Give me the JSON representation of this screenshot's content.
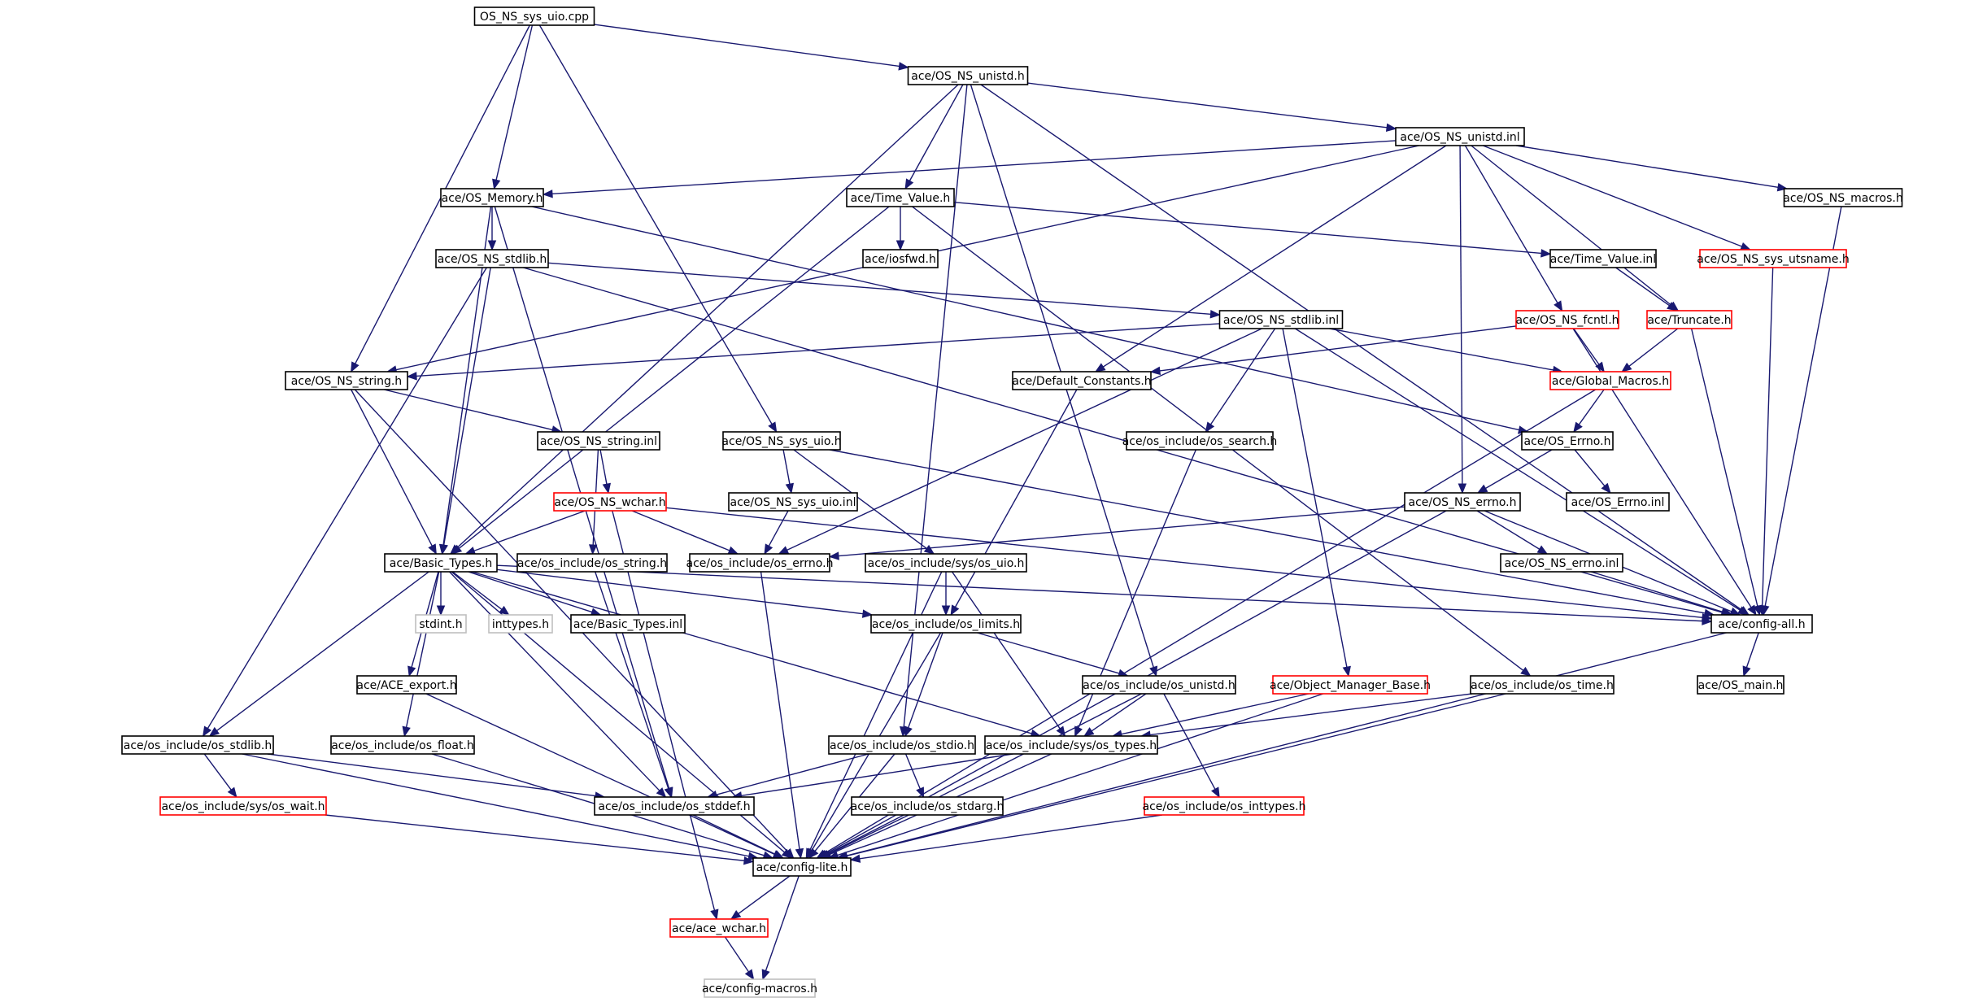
{
  "colors": {
    "edge": "#191970",
    "border_normal": "#000000",
    "border_truncated": "#ff0000",
    "border_missing": "#bfbfbf",
    "root_fill": "#bfbfbf",
    "node_fill": "#ffffff"
  },
  "nodes": [
    {
      "id": "root",
      "label": "OS_NS_sys_uio.cpp",
      "style": "root"
    },
    {
      "id": "unistd_h",
      "label": "ace/OS_NS_unistd.h",
      "style": "normal"
    },
    {
      "id": "unistd_inl",
      "label": "ace/OS_NS_unistd.inl",
      "style": "normal"
    },
    {
      "id": "memory_h",
      "label": "ace/OS_Memory.h",
      "style": "normal"
    },
    {
      "id": "timevalue_h",
      "label": "ace/Time_Value.h",
      "style": "normal"
    },
    {
      "id": "macros_h",
      "label": "ace/OS_NS_macros.h",
      "style": "normal"
    },
    {
      "id": "iosfwd_h",
      "label": "ace/iosfwd.h",
      "style": "normal"
    },
    {
      "id": "stdlib_h",
      "label": "ace/OS_NS_stdlib.h",
      "style": "normal"
    },
    {
      "id": "timevalue_inl",
      "label": "ace/Time_Value.inl",
      "style": "normal"
    },
    {
      "id": "utsname_h",
      "label": "ace/OS_NS_sys_utsname.h",
      "style": "truncated"
    },
    {
      "id": "stdlib_inl",
      "label": "ace/OS_NS_stdlib.inl",
      "style": "normal"
    },
    {
      "id": "fcntl_h",
      "label": "ace/OS_NS_fcntl.h",
      "style": "truncated"
    },
    {
      "id": "truncate_h",
      "label": "ace/Truncate.h",
      "style": "truncated"
    },
    {
      "id": "string_h",
      "label": "ace/OS_NS_string.h",
      "style": "normal"
    },
    {
      "id": "defconst_h",
      "label": "ace/Default_Constants.h",
      "style": "normal"
    },
    {
      "id": "globalmacros_h",
      "label": "ace/Global_Macros.h",
      "style": "truncated"
    },
    {
      "id": "string_inl",
      "label": "ace/OS_NS_string.inl",
      "style": "normal"
    },
    {
      "id": "sysuio_h",
      "label": "ace/OS_NS_sys_uio.h",
      "style": "normal"
    },
    {
      "id": "ossearch_h",
      "label": "ace/os_include/os_search.h",
      "style": "normal"
    },
    {
      "id": "oserrno_h",
      "label": "ace/OS_Errno.h",
      "style": "normal"
    },
    {
      "id": "wchar_h",
      "label": "ace/OS_NS_wchar.h",
      "style": "truncated"
    },
    {
      "id": "sysuio_inl",
      "label": "ace/OS_NS_sys_uio.inl",
      "style": "normal"
    },
    {
      "id": "nserrno_h",
      "label": "ace/OS_NS_errno.h",
      "style": "normal"
    },
    {
      "id": "oserrno_inl",
      "label": "ace/OS_Errno.inl",
      "style": "normal"
    },
    {
      "id": "basictypes_h",
      "label": "ace/Basic_Types.h",
      "style": "normal"
    },
    {
      "id": "osstring_h",
      "label": "ace/os_include/os_string.h",
      "style": "normal"
    },
    {
      "id": "oserrnoinc_h",
      "label": "ace/os_include/os_errno.h",
      "style": "normal"
    },
    {
      "id": "sysosuio_h",
      "label": "ace/os_include/sys/os_uio.h",
      "style": "normal"
    },
    {
      "id": "nserrno_inl",
      "label": "ace/OS_NS_errno.inl",
      "style": "normal"
    },
    {
      "id": "stdint_h",
      "label": "stdint.h",
      "style": "missing"
    },
    {
      "id": "inttypes_h",
      "label": "inttypes.h",
      "style": "missing"
    },
    {
      "id": "basictypes_inl",
      "label": "ace/Basic_Types.inl",
      "style": "normal"
    },
    {
      "id": "oslimits_h",
      "label": "ace/os_include/os_limits.h",
      "style": "normal"
    },
    {
      "id": "configall_h",
      "label": "ace/config-all.h",
      "style": "normal"
    },
    {
      "id": "aceexport_h",
      "label": "ace/ACE_export.h",
      "style": "normal"
    },
    {
      "id": "osunistd_h",
      "label": "ace/os_include/os_unistd.h",
      "style": "normal"
    },
    {
      "id": "objmgrbase_h",
      "label": "ace/Object_Manager_Base.h",
      "style": "truncated"
    },
    {
      "id": "ostime_h",
      "label": "ace/os_include/os_time.h",
      "style": "normal"
    },
    {
      "id": "osmain_h",
      "label": "ace/OS_main.h",
      "style": "normal"
    },
    {
      "id": "osstdlib_h",
      "label": "ace/os_include/os_stdlib.h",
      "style": "normal"
    },
    {
      "id": "osfloat_h",
      "label": "ace/os_include/os_float.h",
      "style": "normal"
    },
    {
      "id": "osstdio_h",
      "label": "ace/os_include/os_stdio.h",
      "style": "normal"
    },
    {
      "id": "systypes_h",
      "label": "ace/os_include/sys/os_types.h",
      "style": "normal"
    },
    {
      "id": "syswait_h",
      "label": "ace/os_include/sys/os_wait.h",
      "style": "truncated"
    },
    {
      "id": "osstddef_h",
      "label": "ace/os_include/os_stddef.h",
      "style": "normal"
    },
    {
      "id": "osstdarg_h",
      "label": "ace/os_include/os_stdarg.h",
      "style": "normal"
    },
    {
      "id": "osinttypes_h",
      "label": "ace/os_include/os_inttypes.h",
      "style": "truncated"
    },
    {
      "id": "configlite_h",
      "label": "ace/config-lite.h",
      "style": "normal"
    },
    {
      "id": "acewchar_h",
      "label": "ace/ace_wchar.h",
      "style": "truncated"
    },
    {
      "id": "configmacros_h",
      "label": "ace/config-macros.h",
      "style": "missing"
    }
  ],
  "edges": [
    [
      "root",
      "unistd_h"
    ],
    [
      "root",
      "memory_h"
    ],
    [
      "root",
      "string_h"
    ],
    [
      "root",
      "sysuio_h"
    ],
    [
      "unistd_h",
      "unistd_inl"
    ],
    [
      "unistd_h",
      "timevalue_h"
    ],
    [
      "unistd_h",
      "basictypes_h"
    ],
    [
      "unistd_h",
      "configall_h"
    ],
    [
      "unistd_h",
      "osstdio_h"
    ],
    [
      "unistd_h",
      "osunistd_h"
    ],
    [
      "unistd_inl",
      "memory_h"
    ],
    [
      "unistd_inl",
      "string_h"
    ],
    [
      "unistd_inl",
      "macros_h"
    ],
    [
      "unistd_inl",
      "utsname_h"
    ],
    [
      "unistd_inl",
      "fcntl_h"
    ],
    [
      "unistd_inl",
      "truncate_h"
    ],
    [
      "unistd_inl",
      "defconst_h"
    ],
    [
      "unistd_inl",
      "nserrno_h"
    ],
    [
      "memory_h",
      "stdlib_h"
    ],
    [
      "memory_h",
      "basictypes_h"
    ],
    [
      "memory_h",
      "oserrno_h"
    ],
    [
      "memory_h",
      "osstddef_h"
    ],
    [
      "timevalue_h",
      "iosfwd_h"
    ],
    [
      "timevalue_h",
      "timevalue_inl"
    ],
    [
      "timevalue_h",
      "basictypes_h"
    ],
    [
      "timevalue_h",
      "ostime_h"
    ],
    [
      "macros_h",
      "configall_h"
    ],
    [
      "stdlib_h",
      "stdlib_inl"
    ],
    [
      "stdlib_h",
      "basictypes_h"
    ],
    [
      "stdlib_h",
      "osstdlib_h"
    ],
    [
      "stdlib_h",
      "configall_h"
    ],
    [
      "timevalue_inl",
      "truncate_h"
    ],
    [
      "utsname_h",
      "configall_h"
    ],
    [
      "stdlib_inl",
      "string_h"
    ],
    [
      "stdlib_inl",
      "globalmacros_h"
    ],
    [
      "stdlib_inl",
      "oserrnoinc_h"
    ],
    [
      "stdlib_inl",
      "ossearch_h"
    ],
    [
      "stdlib_inl",
      "objmgrbase_h"
    ],
    [
      "stdlib_inl",
      "configall_h"
    ],
    [
      "fcntl_h",
      "globalmacros_h"
    ],
    [
      "fcntl_h",
      "defconst_h"
    ],
    [
      "fcntl_h",
      "configall_h"
    ],
    [
      "truncate_h",
      "globalmacros_h"
    ],
    [
      "truncate_h",
      "configall_h"
    ],
    [
      "string_h",
      "string_inl"
    ],
    [
      "string_h",
      "basictypes_h"
    ],
    [
      "string_h",
      "configlite_h"
    ],
    [
      "defconst_h",
      "oslimits_h"
    ],
    [
      "globalmacros_h",
      "oserrno_h"
    ],
    [
      "globalmacros_h",
      "configlite_h"
    ],
    [
      "string_inl",
      "wchar_h"
    ],
    [
      "string_inl",
      "osstring_h"
    ],
    [
      "sysuio_h",
      "sysuio_inl"
    ],
    [
      "sysuio_h",
      "sysosuio_h"
    ],
    [
      "sysuio_h",
      "configall_h"
    ],
    [
      "ossearch_h",
      "systypes_h"
    ],
    [
      "oserrno_h",
      "oserrno_inl"
    ],
    [
      "oserrno_h",
      "nserrno_h"
    ],
    [
      "wchar_h",
      "basictypes_h"
    ],
    [
      "wchar_h",
      "oserrnoinc_h"
    ],
    [
      "wchar_h",
      "configall_h"
    ],
    [
      "wchar_h",
      "acewchar_h"
    ],
    [
      "sysuio_inl",
      "oserrnoinc_h"
    ],
    [
      "nserrno_h",
      "nserrno_inl"
    ],
    [
      "nserrno_h",
      "oserrnoinc_h"
    ],
    [
      "nserrno_h",
      "configall_h"
    ],
    [
      "nserrno_h",
      "configlite_h"
    ],
    [
      "basictypes_h",
      "stdint_h"
    ],
    [
      "basictypes_h",
      "inttypes_h"
    ],
    [
      "basictypes_h",
      "basictypes_inl"
    ],
    [
      "basictypes_h",
      "oslimits_h"
    ],
    [
      "basictypes_h",
      "configall_h"
    ],
    [
      "basictypes_h",
      "aceexport_h"
    ],
    [
      "basictypes_h",
      "osstdlib_h"
    ],
    [
      "basictypes_h",
      "osfloat_h"
    ],
    [
      "basictypes_h",
      "osstddef_h"
    ],
    [
      "basictypes_h",
      "systypes_h"
    ],
    [
      "basictypes_h",
      "configlite_h"
    ],
    [
      "osstring_h",
      "osstddef_h"
    ],
    [
      "oserrnoinc_h",
      "configlite_h"
    ],
    [
      "sysosuio_h",
      "oslimits_h"
    ],
    [
      "sysosuio_h",
      "systypes_h"
    ],
    [
      "sysosuio_h",
      "configlite_h"
    ],
    [
      "nserrno_inl",
      "configall_h"
    ],
    [
      "oslimits_h",
      "osunistd_h"
    ],
    [
      "oslimits_h",
      "osstdio_h"
    ],
    [
      "oslimits_h",
      "configlite_h"
    ],
    [
      "configall_h",
      "osmain_h"
    ],
    [
      "configall_h",
      "configlite_h"
    ],
    [
      "aceexport_h",
      "configlite_h"
    ],
    [
      "osunistd_h",
      "systypes_h"
    ],
    [
      "osunistd_h",
      "osinttypes_h"
    ],
    [
      "osunistd_h",
      "configlite_h"
    ],
    [
      "objmgrbase_h",
      "systypes_h"
    ],
    [
      "objmgrbase_h",
      "configlite_h"
    ],
    [
      "ostime_h",
      "systypes_h"
    ],
    [
      "ostime_h",
      "configlite_h"
    ],
    [
      "osstdlib_h",
      "syswait_h"
    ],
    [
      "osstdlib_h",
      "osstddef_h"
    ],
    [
      "osstdlib_h",
      "configlite_h"
    ],
    [
      "osfloat_h",
      "configlite_h"
    ],
    [
      "osstdio_h",
      "osstddef_h"
    ],
    [
      "osstdio_h",
      "osstdarg_h"
    ],
    [
      "osstdio_h",
      "configlite_h"
    ],
    [
      "systypes_h",
      "osstddef_h"
    ],
    [
      "systypes_h",
      "configlite_h"
    ],
    [
      "syswait_h",
      "configlite_h"
    ],
    [
      "osstddef_h",
      "configlite_h"
    ],
    [
      "osstdarg_h",
      "configlite_h"
    ],
    [
      "osinttypes_h",
      "configlite_h"
    ],
    [
      "configlite_h",
      "acewchar_h"
    ],
    [
      "configlite_h",
      "configmacros_h"
    ],
    [
      "acewchar_h",
      "configmacros_h"
    ]
  ]
}
